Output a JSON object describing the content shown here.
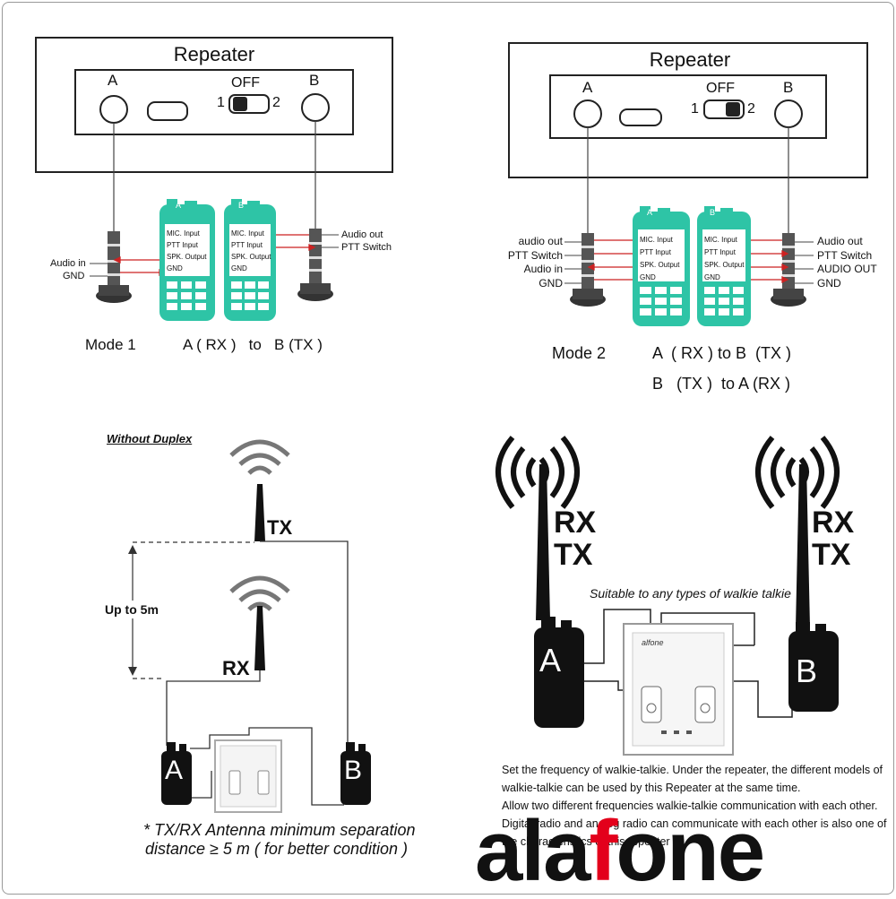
{
  "panels": {
    "mode1": {
      "repeater_title": "Repeater",
      "port_a": "A",
      "port_b": "B",
      "switch_off": "OFF",
      "switch_1": "1",
      "switch_2": "2",
      "left_jack_labels": [
        "Audio in",
        "GND"
      ],
      "right_jack_labels": [
        "Audio out",
        "PTT Switch"
      ],
      "radio_screen_labels": [
        "MIC. Input",
        "PTT Input",
        "SPK. Output",
        "GND"
      ],
      "radio_badges": [
        "A",
        "B"
      ],
      "mode_label": "Mode  1",
      "mode_desc": "A ( RX )   to   B (TX )"
    },
    "mode2": {
      "repeater_title": "Repeater",
      "port_a": "A",
      "port_b": "B",
      "switch_off": "OFF",
      "switch_1": "1",
      "switch_2": "2",
      "left_jack_labels": [
        "audio out",
        "PTT Switch",
        "Audio in",
        "GND"
      ],
      "right_jack_labels": [
        "Audio out",
        "PTT Switch",
        "AUDIO OUT",
        "GND"
      ],
      "radio_screen_labels": [
        "MIC. Input",
        "PTT Input",
        "SPK. Output",
        "GND"
      ],
      "radio_badges": [
        "A",
        "B"
      ],
      "mode_label": "Mode 2",
      "mode_desc_1": "A  ( RX ) to B  (TX )",
      "mode_desc_2": "B   (TX )  to A (RX )"
    },
    "without_duplex": {
      "heading": "Without Duplex",
      "tx": "TX",
      "rx": "RX",
      "distance": "Up to 5m",
      "radio_a": "A",
      "radio_b": "B",
      "note_line1": "* TX/RX Antenna minimum separation",
      "note_line2": "distance ≥ 5 m ( for better condition )"
    },
    "any_walkie": {
      "rx": "RX",
      "tx": "TX",
      "caption": "Suitable to any types of walkie talkie",
      "radio_a": "A",
      "radio_b": "B",
      "device_brand": "alfone",
      "text_lines": [
        "Set the frequency of walkie-talkie. Under the repeater, the different models of",
        "walkie-talkie can be used by this Repeater at the same time.",
        "Allow two different frequencies walkie-talkie communication with each other.",
        "Digital radio and analog radio can communicate with each other is also one of",
        "the characteristics of this repeater"
      ]
    }
  },
  "watermark": {
    "brand": "alafone",
    "accent_color": "#e3001b",
    "text_color": "#111111"
  },
  "colors": {
    "radio": "#2ec4a6",
    "wire": "#c22",
    "line": "#333"
  }
}
